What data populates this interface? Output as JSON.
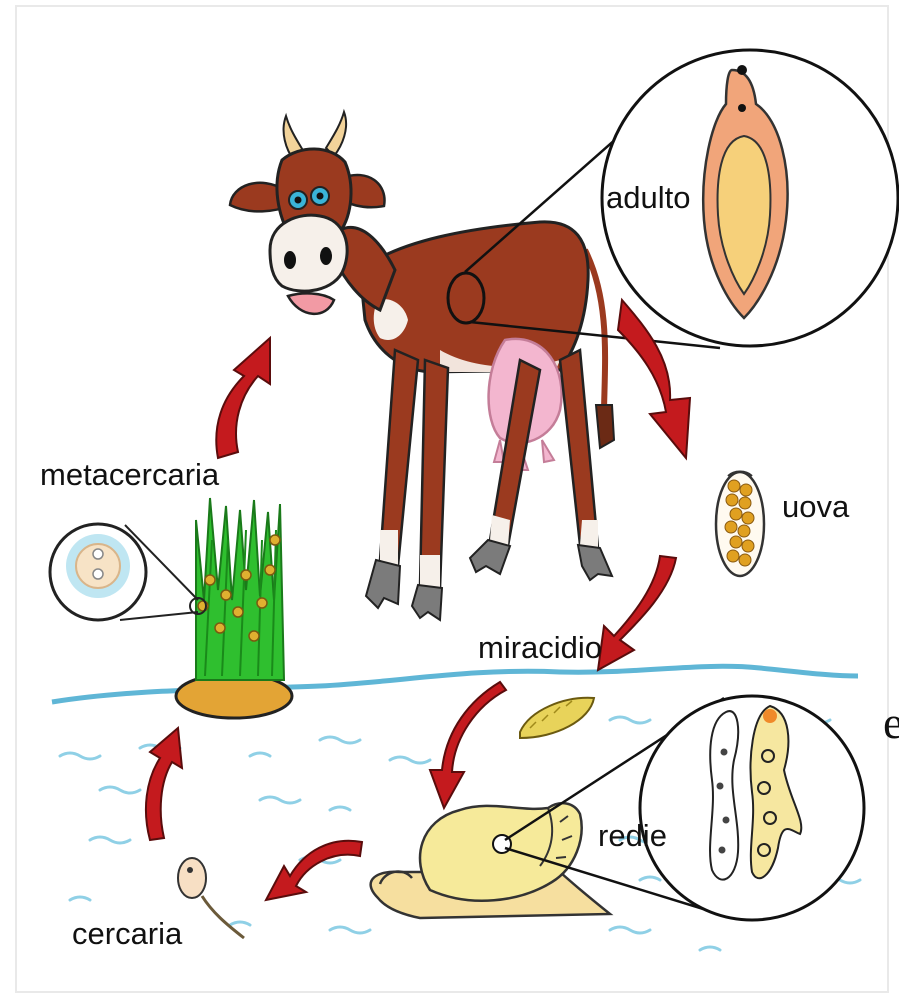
{
  "labels": {
    "adult": "adulto",
    "eggs": "uova",
    "miracidium": "miracidio",
    "rediae": "redie",
    "cercaria": "cercaria",
    "metacercaria": "metacercaria"
  },
  "edge_fragment": "e",
  "colors": {
    "arrow": "#c41a1e",
    "arrow_outline": "#5a0c0c",
    "water": "#5fb6d6",
    "cow_brown": "#9b3a1f",
    "grass": "#2fbf2f",
    "cyst": "#e0b030",
    "snail_shell": "#f6ea9a",
    "fluke": "#f1a57a",
    "udder": "#f3b6cf"
  }
}
